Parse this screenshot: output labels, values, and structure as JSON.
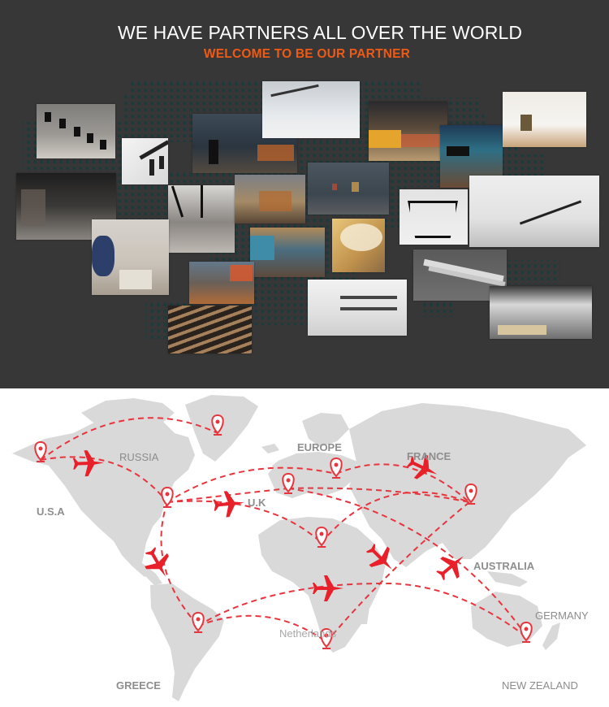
{
  "header": {
    "title": "WE HAVE PARTNERS ALL OVER THE WORLD",
    "subtitle": "WELCOME TO BE OUR PARTNER",
    "title_color": "#ffffff",
    "subtitle_color": "#ef5a14",
    "background": "#373737"
  },
  "collage": {
    "photos": [
      {
        "name": "photo-track-lights-ceiling",
        "desc": "black track spotlights on grey ceiling"
      },
      {
        "name": "photo-white-track-lights",
        "desc": "white and black track spotlights"
      },
      {
        "name": "photo-museum-gallery",
        "desc": "museum gallery with display cases"
      },
      {
        "name": "photo-office-linear-lights",
        "desc": "office with linear ceiling lights"
      },
      {
        "name": "photo-supermarket",
        "desc": "supermarket produce section"
      },
      {
        "name": "photo-restaurant-bar",
        "desc": "restaurant bar counter"
      },
      {
        "name": "photo-retail-store-bright",
        "desc": "bright retail store"
      },
      {
        "name": "photo-clothing-store-dark",
        "desc": "dark clothing store"
      },
      {
        "name": "photo-corridor-showroom",
        "desc": "showroom corridor with linear lights"
      },
      {
        "name": "photo-shop-display",
        "desc": "shop display shelving"
      },
      {
        "name": "photo-art-gallery",
        "desc": "art gallery with framed paintings"
      },
      {
        "name": "photo-pendant-frame",
        "desc": "rectangular pendant track frame"
      },
      {
        "name": "photo-modern-office",
        "desc": "modern office linear pendant"
      },
      {
        "name": "photo-boutique-hanger",
        "desc": "boutique with clothes rack and spotlights"
      },
      {
        "name": "photo-cafe-interior",
        "desc": "cafe interior"
      },
      {
        "name": "photo-crystal-chandelier",
        "desc": "crystal ceiling lamp"
      },
      {
        "name": "photo-exhibition-hall",
        "desc": "exhibition hall with pedestals"
      },
      {
        "name": "photo-led-profile",
        "desc": "aluminium LED linear profiles"
      },
      {
        "name": "photo-shoe-store",
        "desc": "white shoe store"
      },
      {
        "name": "photo-wood-ceiling-spots",
        "desc": "wooden ceiling with spotlights"
      },
      {
        "name": "photo-reception-counter",
        "desc": "reception counter with track lights"
      }
    ]
  },
  "map": {
    "route_color": "#e8353d",
    "land_color": "#d9d9d9",
    "labels": [
      {
        "text": "RUSSIA",
        "style": "thin"
      },
      {
        "text": "EUROPE",
        "style": "bold"
      },
      {
        "text": "FRANCE",
        "style": "bold"
      },
      {
        "text": "U.S.A",
        "style": "bold"
      },
      {
        "text": "U.K",
        "style": "bold"
      },
      {
        "text": "AUSTRALIA",
        "style": "bold"
      },
      {
        "text": "GERMANY",
        "style": "thin"
      },
      {
        "text": "Netherlands",
        "style": "thin"
      },
      {
        "text": "GREECE",
        "style": "bold"
      },
      {
        "text": "NEW ZEALAND",
        "style": "thin"
      }
    ]
  }
}
